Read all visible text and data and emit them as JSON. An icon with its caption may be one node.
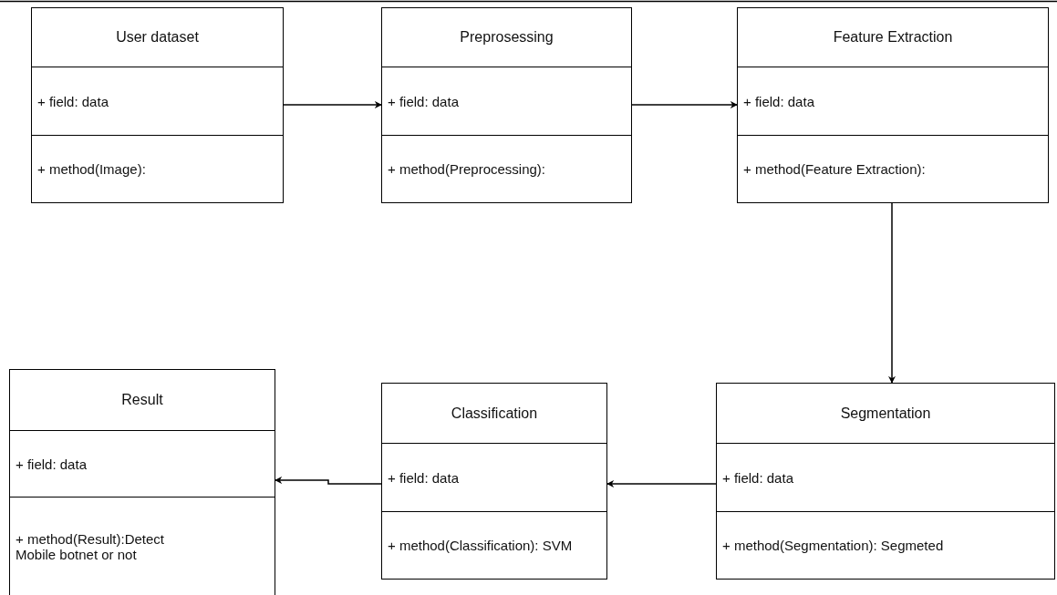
{
  "diagram": {
    "nodes": [
      {
        "text": [
          "User dataset",
          "+ field: data",
          "+ method(Image):"
        ]
      },
      {
        "text": [
          "Preprosessing",
          "+ field: data",
          "+ method(Preprocessing):"
        ]
      },
      {
        "text": [
          "Feature Extraction",
          "+ field: data",
          "+ method(Feature Extraction):"
        ]
      },
      {
        "text": [
          "Result",
          "+ field: data",
          "+ method(Result):Detect Mobile botnet or not"
        ]
      },
      {
        "text": [
          "Classification",
          "+ field: data",
          "+ method(Classification): SVM"
        ]
      },
      {
        "text": [
          "Segmentation",
          "+ field: data",
          "+ method(Segmentation): Segmeted"
        ]
      }
    ],
    "edges": [
      {
        "from": 0,
        "to": 1,
        "arrow": "to"
      },
      {
        "from": 1,
        "to": 2,
        "arrow": "to"
      },
      {
        "from": 2,
        "to": 5,
        "arrow": "to"
      },
      {
        "from": 5,
        "to": 4,
        "arrow": "to"
      },
      {
        "from": 4,
        "to": 3,
        "arrow": "to"
      }
    ]
  }
}
